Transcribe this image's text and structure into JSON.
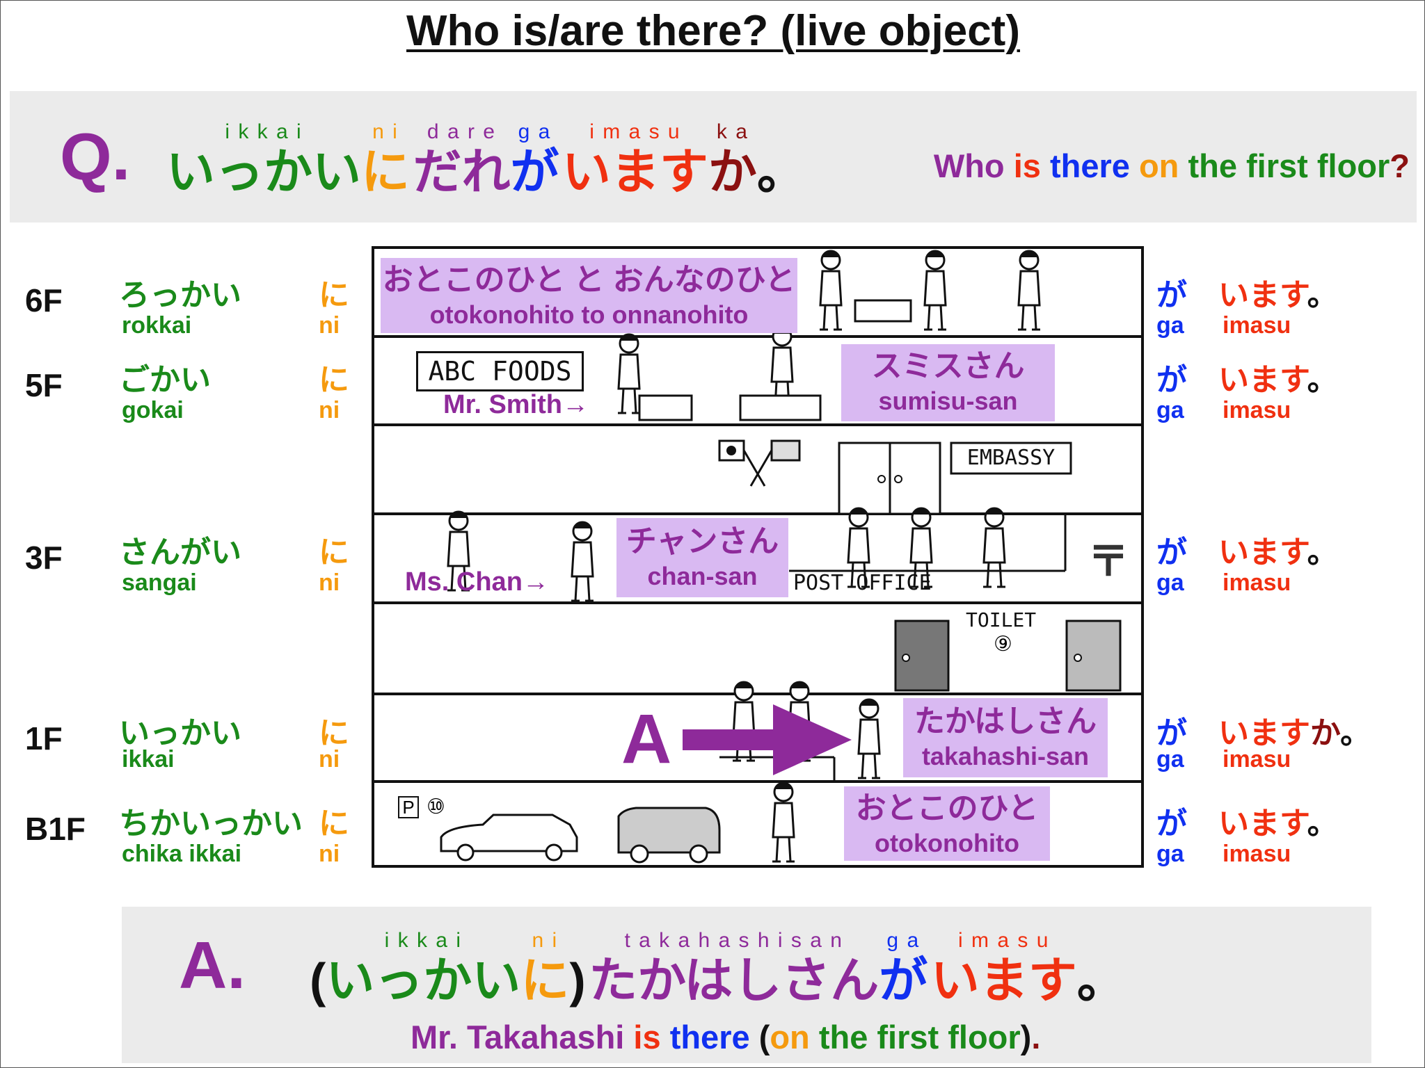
{
  "title": "Who is/are there? (live object)",
  "question": {
    "marker": "Q.",
    "segments": [
      {
        "romaji": "i k k a i",
        "kana": "いっかい",
        "color": "#1a8a1a"
      },
      {
        "romaji": "n i",
        "kana": "に",
        "color": "#f59a0e"
      },
      {
        "romaji": "d a r e",
        "kana": "だれ",
        "color": "#8e2a9a"
      },
      {
        "romaji": "g a",
        "kana": "が",
        "color": "#1030f0"
      },
      {
        "romaji": "i m a s u",
        "kana": "います",
        "color": "#f03010"
      },
      {
        "romaji": "k a",
        "kana": "か",
        "color": "#8b1010"
      },
      {
        "romaji": "",
        "kana": "。",
        "color": "#111111"
      }
    ],
    "english": [
      "Who",
      "is",
      "there",
      "on",
      "the first floor",
      "?"
    ]
  },
  "floors": [
    {
      "floor": "6F",
      "kana": "ろっかい",
      "romaji": "rokkai",
      "particle": "に",
      "particle_romaji": "ni",
      "ga": "が",
      "ga_romaji": "ga",
      "verb": "います",
      "verb_end": "。",
      "verb_romaji": "imasu"
    },
    {
      "floor": "5F",
      "kana": "ごかい",
      "romaji": "gokai",
      "particle": "に",
      "particle_romaji": "ni",
      "ga": "が",
      "ga_romaji": "ga",
      "verb": "います",
      "verb_end": "。",
      "verb_romaji": "imasu"
    },
    {
      "floor": "3F",
      "kana": "さんがい",
      "romaji": "sangai",
      "particle": "に",
      "particle_romaji": "ni",
      "ga": "が",
      "ga_romaji": "ga",
      "verb": "います",
      "verb_end": "。",
      "verb_romaji": "imasu"
    },
    {
      "floor": "1F",
      "kana": "いっかい",
      "romaji": "ikkai",
      "particle": "に",
      "particle_romaji": "ni",
      "ga": "が",
      "ga_romaji": "ga",
      "verb": "います",
      "verb_q": "か",
      "verb_end": "。",
      "verb_romaji": "imasu"
    },
    {
      "floor": "B1F",
      "kana": "ちかいっかい",
      "romaji": "chika ikkai",
      "particle": "に",
      "particle_romaji": "ni",
      "ga": "が",
      "ga_romaji": "ga",
      "verb": "います",
      "verb_end": "。",
      "verb_romaji": "imasu"
    }
  ],
  "building": {
    "f6": {
      "kana": "おとこのひと と おんなのひと",
      "romaji": "otokonohito to onnanohito"
    },
    "f5": {
      "kana": "スミスさん",
      "romaji": "sumisu-san",
      "sign": "ABC FOODS",
      "pointer": "Mr. Smith→"
    },
    "f4": {
      "sign": "EMBASSY"
    },
    "f3": {
      "kana": "チャンさん",
      "romaji": "chan-san",
      "pointer": "Ms. Chan→",
      "sign": "POST OFFICE",
      "symbol": "〒"
    },
    "f2": {
      "sign": "TOILET",
      "number": "⑨"
    },
    "f1": {
      "marker": "A",
      "kana": "たかはしさん",
      "romaji": "takahashi-san"
    },
    "b1": {
      "kana": "おとこのひと",
      "romaji": "otokonohito",
      "parking": "P",
      "number": "⑩"
    }
  },
  "answer": {
    "marker": "A.",
    "open": "(",
    "close": ")",
    "segments": [
      {
        "romaji": "i k k a i",
        "kana": "いっかい",
        "color": "#1a8a1a"
      },
      {
        "romaji": "n i",
        "kana": "に",
        "color": "#f59a0e"
      },
      {
        "romaji": "t a k a h a s h i s a n",
        "kana": "たかはしさん",
        "color": "#8e2a9a"
      },
      {
        "romaji": "g a",
        "kana": "が",
        "color": "#1030f0"
      },
      {
        "romaji": "i m a s u",
        "kana": "います",
        "color": "#f03010"
      },
      {
        "romaji": "",
        "kana": "。",
        "color": "#111111"
      }
    ],
    "english": [
      "Mr. Takahashi",
      "is",
      "there",
      "(",
      "on",
      "the first floor",
      ")",
      "."
    ]
  }
}
